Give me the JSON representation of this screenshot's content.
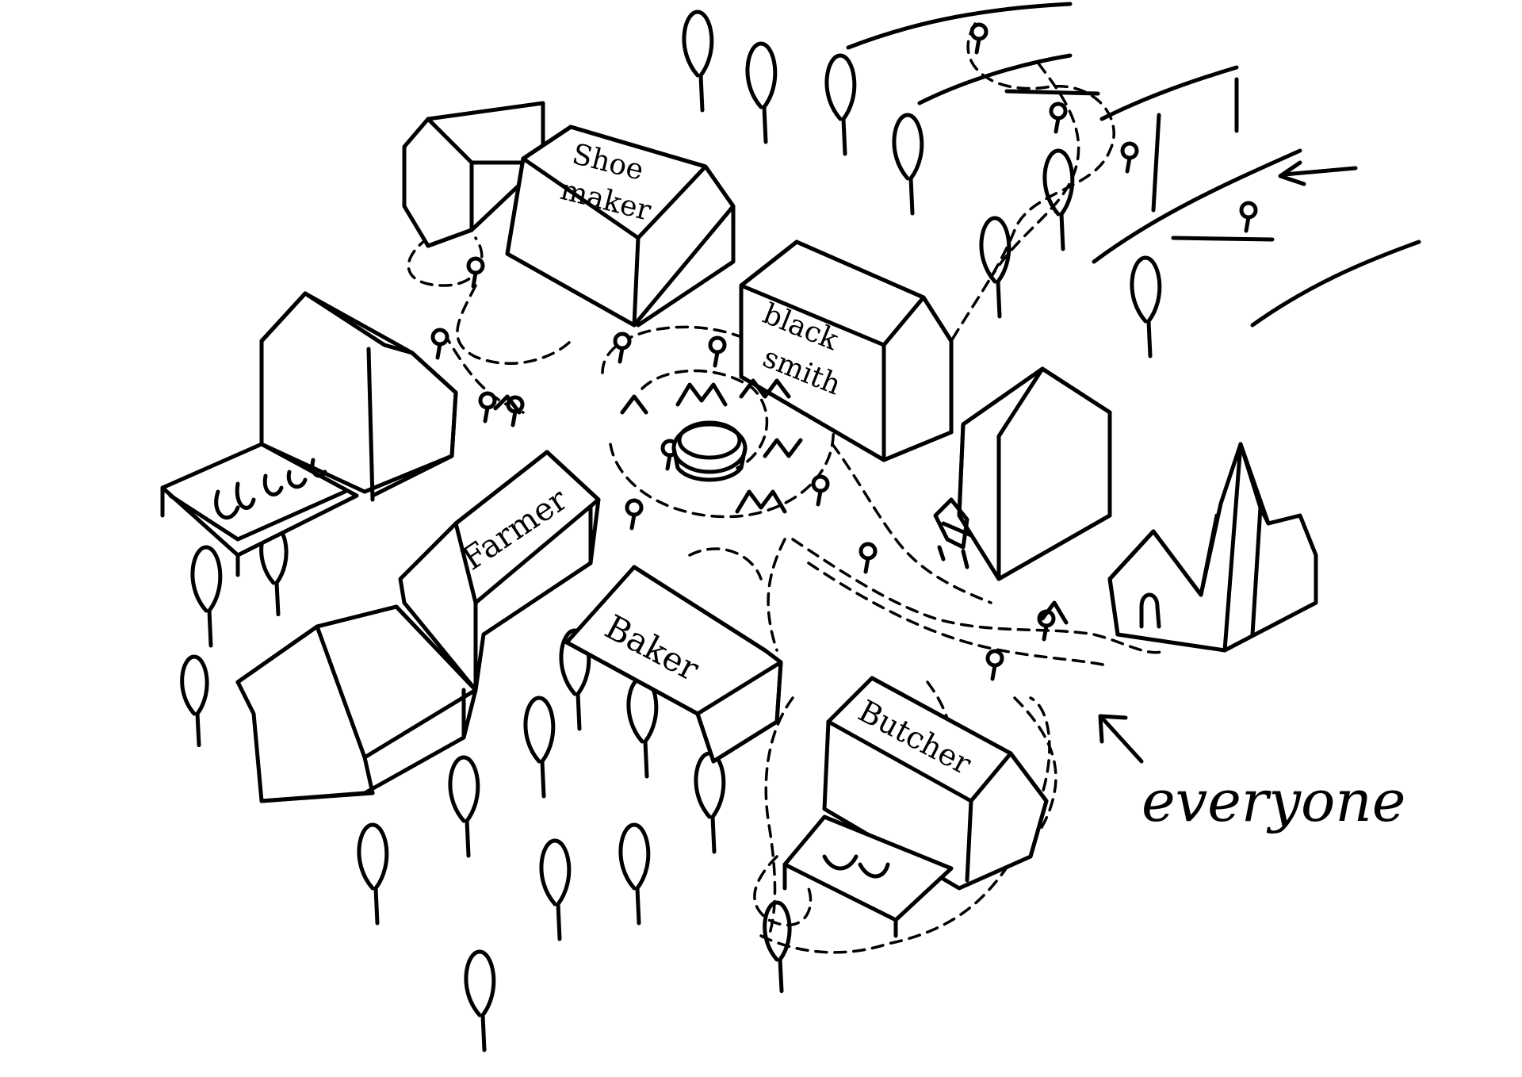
{
  "labels": {
    "shoemaker_line1": "Shoe",
    "shoemaker_line2": "maker",
    "blacksmith_line1": "black",
    "blacksmith_line2": "smith",
    "farmer": "Farmer",
    "baker": "Baker",
    "butcher": "Butcher",
    "everyone": "everyone"
  }
}
